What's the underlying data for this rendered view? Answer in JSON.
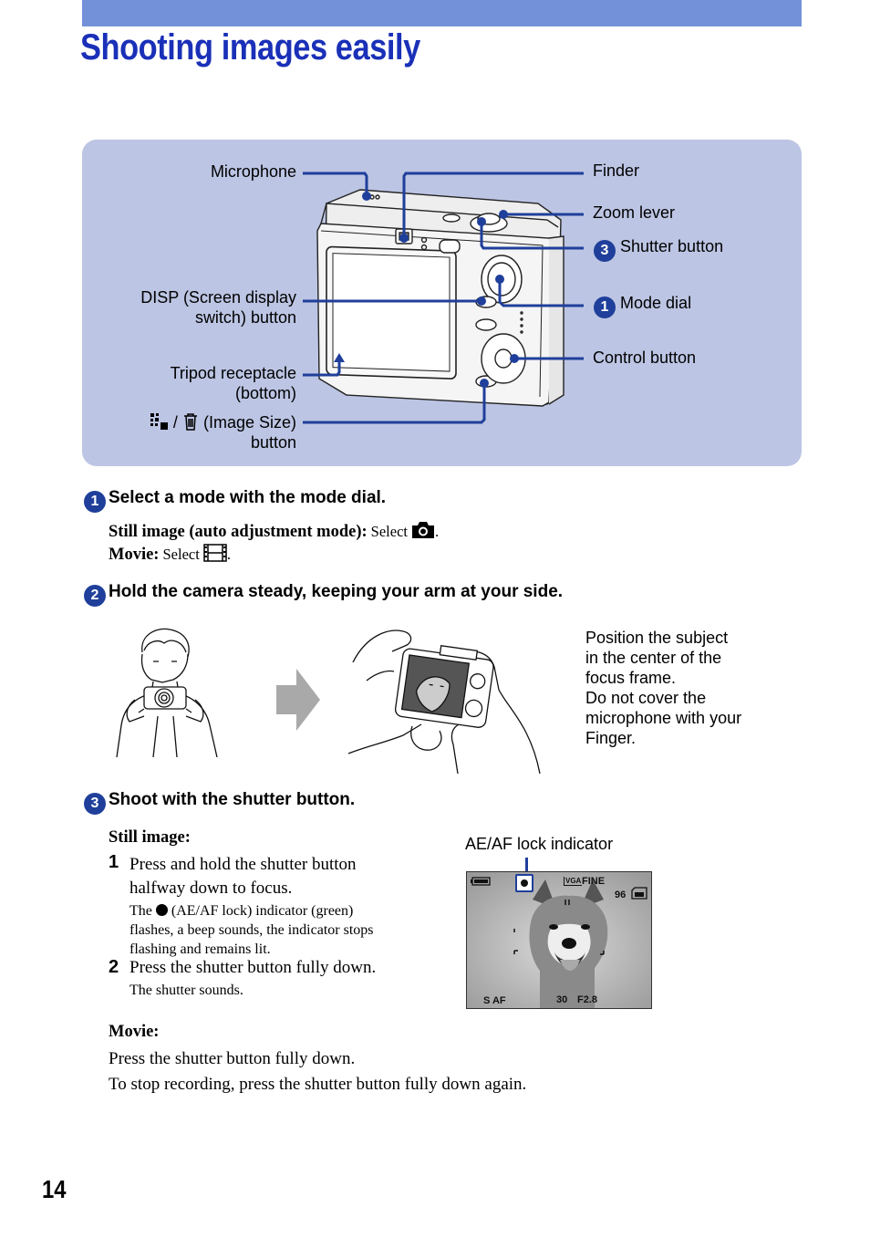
{
  "page": {
    "title": "Shooting images easily",
    "page_number": "14"
  },
  "diagram": {
    "labels": {
      "microphone": "Microphone",
      "finder": "Finder",
      "zoom_lever": "Zoom lever",
      "shutter_button": "Shutter button",
      "shutter_num": "3",
      "disp_line1": "DISP (Screen display",
      "disp_line2": "switch) button",
      "mode_dial": "Mode dial",
      "mode_num": "1",
      "tripod_line1": "Tripod receptacle",
      "tripod_line2": "(bottom)",
      "control_button": "Control button",
      "image_size_line1": "(Image Size)",
      "image_size_line2": "button",
      "slash": "/"
    },
    "colors": {
      "panel": "#bcc5e3",
      "leader": "#1f3f9b"
    }
  },
  "step1": {
    "num": "1",
    "heading": "Select a mode with the mode dial.",
    "still_label": "Still image (auto adjustment mode):",
    "still_text": "Select",
    "movie_label": "Movie:",
    "movie_text": "Select",
    "period": "."
  },
  "step2": {
    "num": "2",
    "heading": "Hold the camera steady, keeping your arm at your side.",
    "note_lines": [
      "Position the subject",
      "in the center of the",
      "focus frame.",
      "Do not cover the",
      "microphone with your",
      "Finger."
    ]
  },
  "step3": {
    "num": "3",
    "heading": "Shoot with the shutter button.",
    "still_heading": "Still image:",
    "item1_num": "1",
    "item1_line1": "Press and hold the shutter button",
    "item1_line2": "halfway down to focus.",
    "item1_note_a": "The",
    "item1_note_b": "(AE/AF lock) indicator (green)",
    "item1_note_line2": "flashes, a beep sounds, the indicator stops",
    "item1_note_line3": "flashing and remains lit.",
    "item2_num": "2",
    "item2_text": "Press the shutter button fully down.",
    "item2_note": "The shutter sounds.",
    "ae_af_label": "AE/AF lock indicator",
    "lcd": {
      "fine": "FINE",
      "vga": "VGA",
      "count": "96",
      "saf": "S AF",
      "shutter": "30",
      "aperture": "F2.8"
    },
    "movie_heading": "Movie:",
    "movie_line1": "Press the shutter button fully down.",
    "movie_line2": "To stop recording, press the shutter button fully down again."
  }
}
